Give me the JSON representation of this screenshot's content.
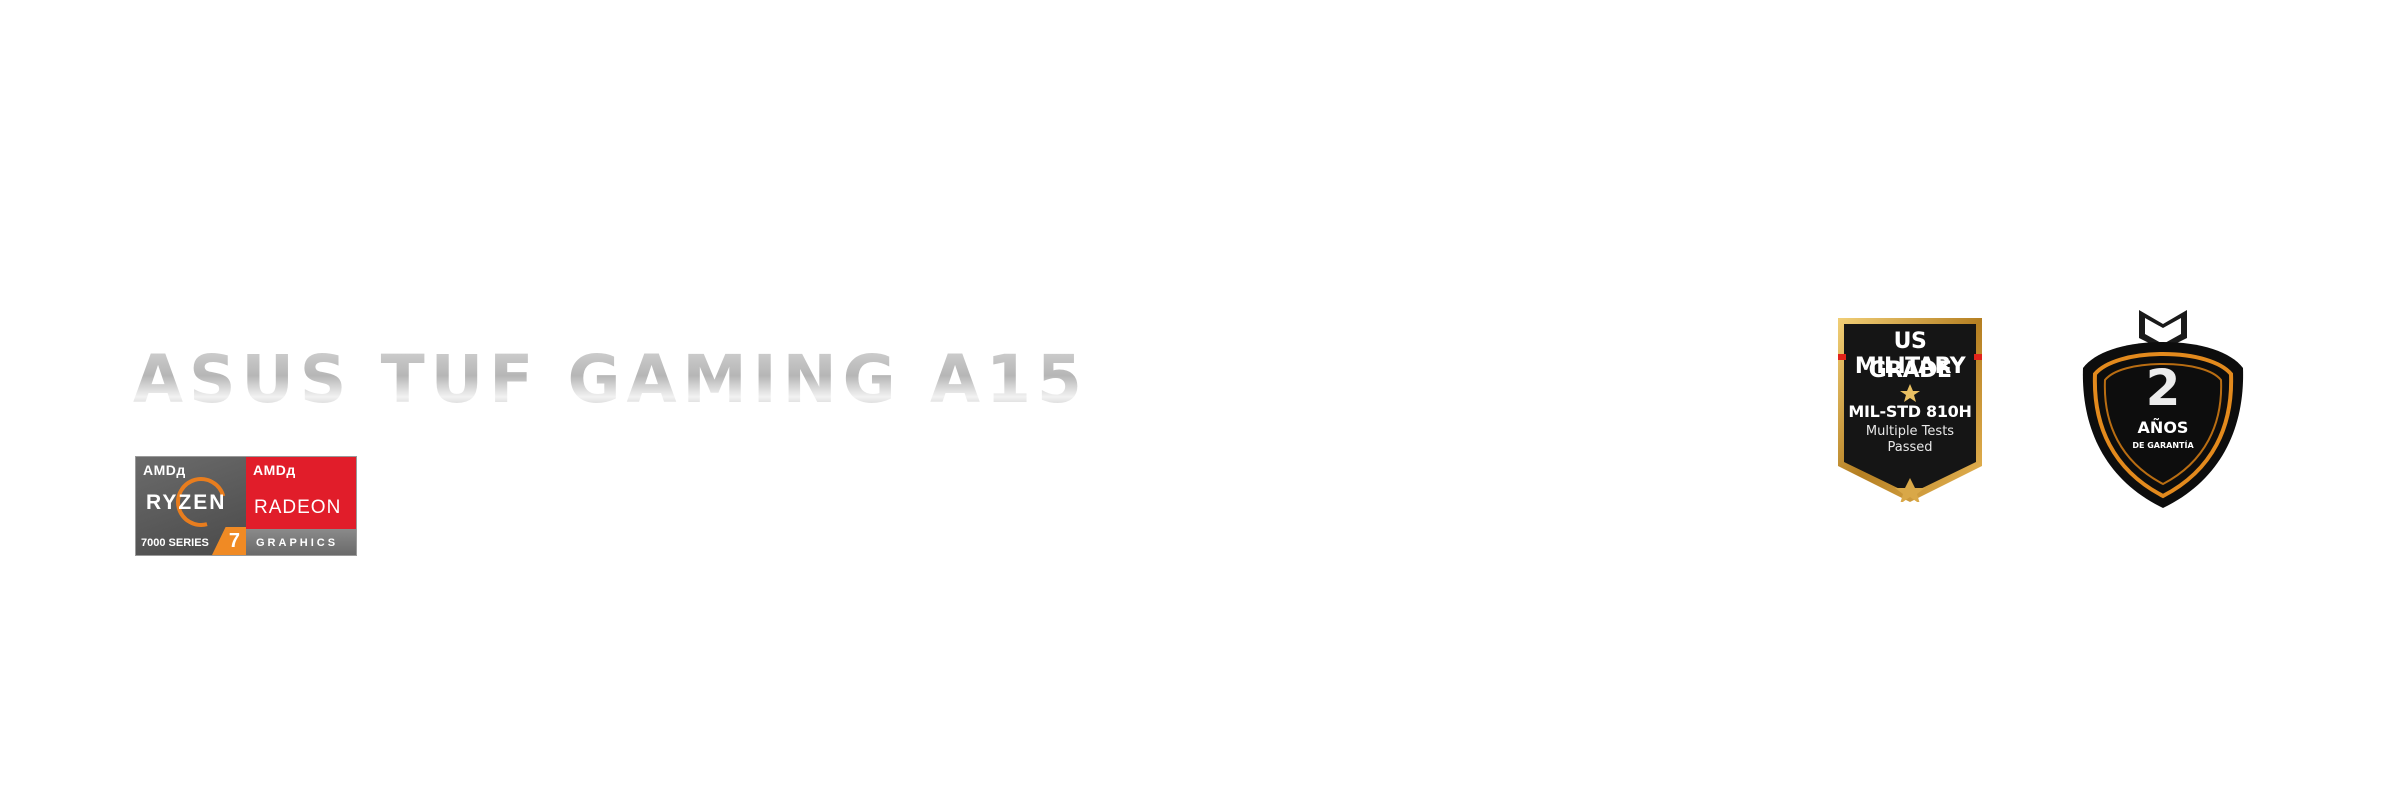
{
  "product": {
    "title": "ASUS TUF GAMING A15"
  },
  "amd_badge": {
    "amd_label_left": "AMDд",
    "processor_line": "RYZEN",
    "series_label": "7000 SERIES",
    "tier": "7",
    "amd_label_right": "AMDд",
    "graphics_line": "RADEON",
    "graphics_label": "GRAPHICS"
  },
  "military_badge": {
    "line1": "US MILITARY",
    "line2": "GRADE",
    "standard": "MIL-STD 810H",
    "sub1": "Multiple Tests",
    "sub2": "Passed"
  },
  "warranty_badge": {
    "years": "2",
    "unit": "AÑOS",
    "subtitle": "DE GARANTÍA"
  },
  "colors": {
    "amd_red": "#e11d2a",
    "ryzen_orange": "#f08a24",
    "badge_gold": "#c8922e",
    "badge_black": "#111111"
  }
}
